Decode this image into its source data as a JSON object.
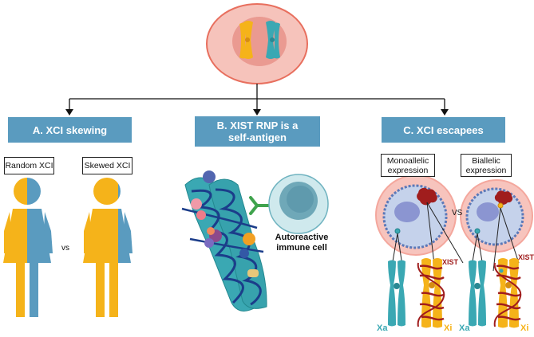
{
  "panels": {
    "a": {
      "title": "A. XCI skewing",
      "labels": [
        "Random XCI",
        "Skewed XCI"
      ],
      "vs": "vs"
    },
    "b": {
      "title_line1": "B. XIST RNP is a",
      "title_line2": "self-antigen",
      "cell_label_line1": "Autoreactive",
      "cell_label_line2": "immune cell"
    },
    "c": {
      "title": "C. XCI escapees",
      "labels": [
        {
          "line1": "Monoallelic",
          "line2": "expression"
        },
        {
          "line1": "Biallelic",
          "line2": "expression"
        }
      ],
      "vs": "VS",
      "xist": "XIST",
      "xa": "Xa",
      "xi": "Xi"
    }
  },
  "colors": {
    "header_blue": "#5a9bbf",
    "teal": "#3aa8b3",
    "orange": "#f5b31a",
    "xist_red": "#a01d1d",
    "cell_pink": "#f4a79d"
  }
}
